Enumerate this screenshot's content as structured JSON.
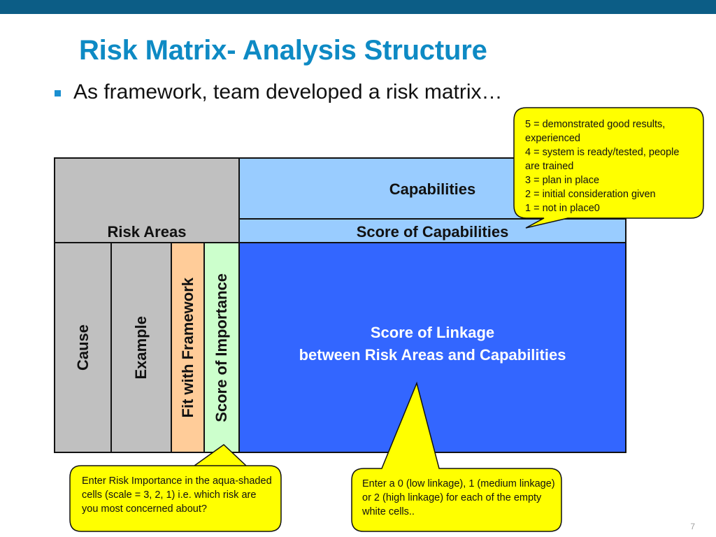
{
  "slide": {
    "title": "Risk Matrix- Analysis Structure",
    "bullet": "As framework, team developed a risk matrix…",
    "page_number": "7"
  },
  "matrix": {
    "risk_areas": "Risk Areas",
    "capabilities": "Capabilities",
    "score_of_capabilities": "Score of Capabilities",
    "columns": {
      "cause": "Cause",
      "example": "Example",
      "fit_with_framework": "Fit with Framework",
      "score_of_importance": "Score of Importance"
    },
    "linkage_line1": "Score of Linkage",
    "linkage_line2": "between Risk Areas and Capabilities",
    "colors": {
      "grey": "#c0c0c0",
      "light_blue": "#99ccff",
      "orange": "#ffcc99",
      "aqua": "#ccffcc",
      "blue": "#3366ff"
    }
  },
  "callouts": {
    "capabilities_scale": "5 = demonstrated good results, experienced\n4 = system is ready/tested, people are trained\n3 = plan in place\n2 = initial consideration given\n1 = not in place0",
    "importance": "Enter Risk Importance in the aqua-shaded cells (scale = 3, 2, 1) i.e. which risk are you most concerned about?",
    "linkage": "Enter a 0 (low linkage), 1 (medium linkage) or 2 (high linkage) for each of the empty white cells..",
    "fill_color": "#ffff00"
  }
}
